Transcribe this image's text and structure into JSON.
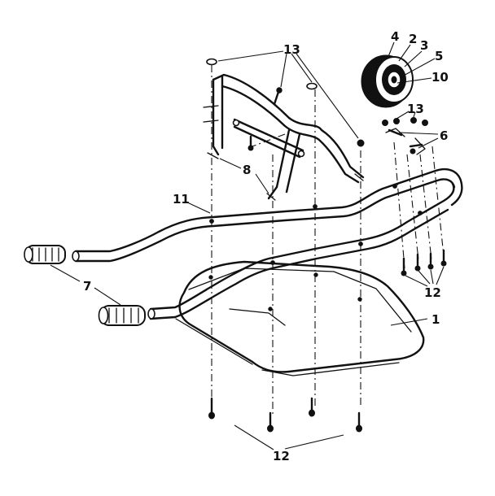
{
  "callouts": {
    "c1": "1",
    "c2": "2",
    "c3": "3",
    "c4": "4",
    "c5": "5",
    "c6": "6",
    "c7": "7",
    "c8": "8",
    "c10": "10",
    "c11": "11",
    "c12_right": "12",
    "c12_bottom": "12",
    "c13_top": "13",
    "c13_right": "13"
  }
}
